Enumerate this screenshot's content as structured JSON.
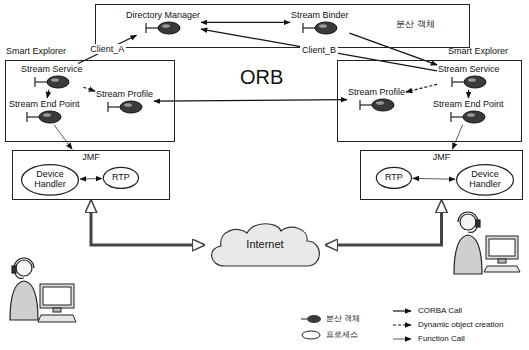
{
  "diagram": {
    "nodes": [
      {
        "text": [
          "분산 객체"
        ]
      },
      {
        "text": [
          "Directory Manager"
        ],
        "in": 0
      },
      {
        "text": [
          "Stream Binder"
        ],
        "in": 0
      },
      {
        "text": [
          "Smart Explorer"
        ]
      },
      {
        "text": [
          "Stream Service"
        ],
        "in": 3
      },
      {
        "text": [
          "Stream End Point"
        ],
        "in": 3
      },
      {
        "text": [
          "Stream Profile"
        ],
        "in": 3
      },
      {
        "text": [
          "Smart Explorer"
        ]
      },
      {
        "text": [
          "Stream Service"
        ],
        "in": 7
      },
      {
        "text": [
          "Stream Profile"
        ],
        "in": 7
      },
      {
        "text": [
          "Stream End Point"
        ],
        "in": 7
      },
      {
        "text": [
          "JMF"
        ]
      },
      {
        "text": [
          "Device Handler"
        ],
        "in": 11
      },
      {
        "text": [
          "RTP"
        ],
        "in": 11
      },
      {
        "text": [
          "JMF"
        ]
      },
      {
        "text": [
          "RTP"
        ],
        "in": 14
      },
      {
        "text": [
          "Device Handler"
        ],
        "in": 14
      },
      {
        "text": [
          "Internet"
        ]
      }
    ],
    "edges": [
      {
        "from": 1,
        "to": 2,
        "arrow": "both"
      },
      {
        "from": 4,
        "to": 1,
        "label": "Client_A",
        "arrow": "to"
      },
      {
        "from": 8,
        "to": 1,
        "label": "Client_B",
        "arrow": "to"
      },
      {
        "from": 2,
        "to": 8,
        "arrow": "to"
      },
      {
        "from": 4,
        "to": 5,
        "arrow": "to"
      },
      {
        "from": 4,
        "to": 6,
        "arrow": "to"
      },
      {
        "from": 8,
        "to": 9,
        "arrow": "to"
      },
      {
        "from": 8,
        "to": 10,
        "arrow": "to"
      },
      {
        "from": 6,
        "to": 9,
        "arrow": "both"
      },
      {
        "from": 5,
        "to": 11,
        "arrow": "to"
      },
      {
        "from": 10,
        "to": 14,
        "arrow": "to"
      },
      {
        "from": 12,
        "to": 13,
        "arrow": "both"
      },
      {
        "from": 15,
        "to": 16,
        "arrow": "both"
      },
      {
        "from": 11,
        "to": 17,
        "arrow": "both"
      },
      {
        "from": 14,
        "to": 17,
        "arrow": "both"
      }
    ],
    "labels": [
      "ORB"
    ],
    "legend": [
      {
        "text": "분산 객체",
        "color": "#3a3a3a"
      },
      {
        "text": "프로세스"
      },
      {
        "text": "CORBA Call"
      },
      {
        "text": "Dynamic object creation"
      },
      {
        "text": "Function Call"
      }
    ]
  }
}
